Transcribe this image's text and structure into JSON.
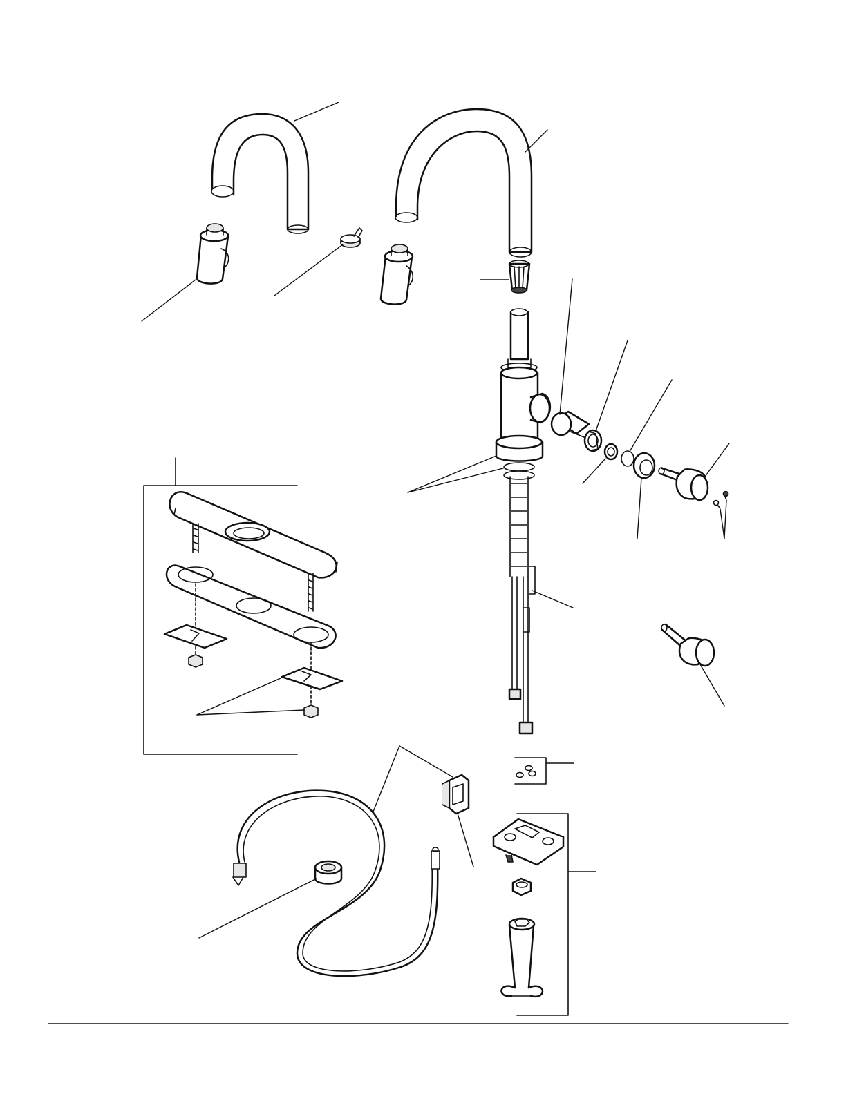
{
  "colors": {
    "line": "#111111",
    "background": "#ffffff"
  },
  "parts": [
    "spout-short",
    "spout-tall",
    "wand-cylinder-left",
    "wand-cylinder-right",
    "spout-adapter",
    "spout-collet",
    "faucet-body",
    "cartridge",
    "bonnet-nut",
    "retaining-ring",
    "o-ring",
    "escutcheon-cap",
    "handle",
    "set-screw",
    "handle-alternate",
    "base-gaskets",
    "supply-lines",
    "escutcheon-plate-kit",
    "plate-gasket",
    "mounting-bracket",
    "mounting-nut",
    "hose-weight",
    "pulldown-hose",
    "hose-guide-clip",
    "hose-washers",
    "mounting-hardware-kit",
    "install-tool"
  ]
}
